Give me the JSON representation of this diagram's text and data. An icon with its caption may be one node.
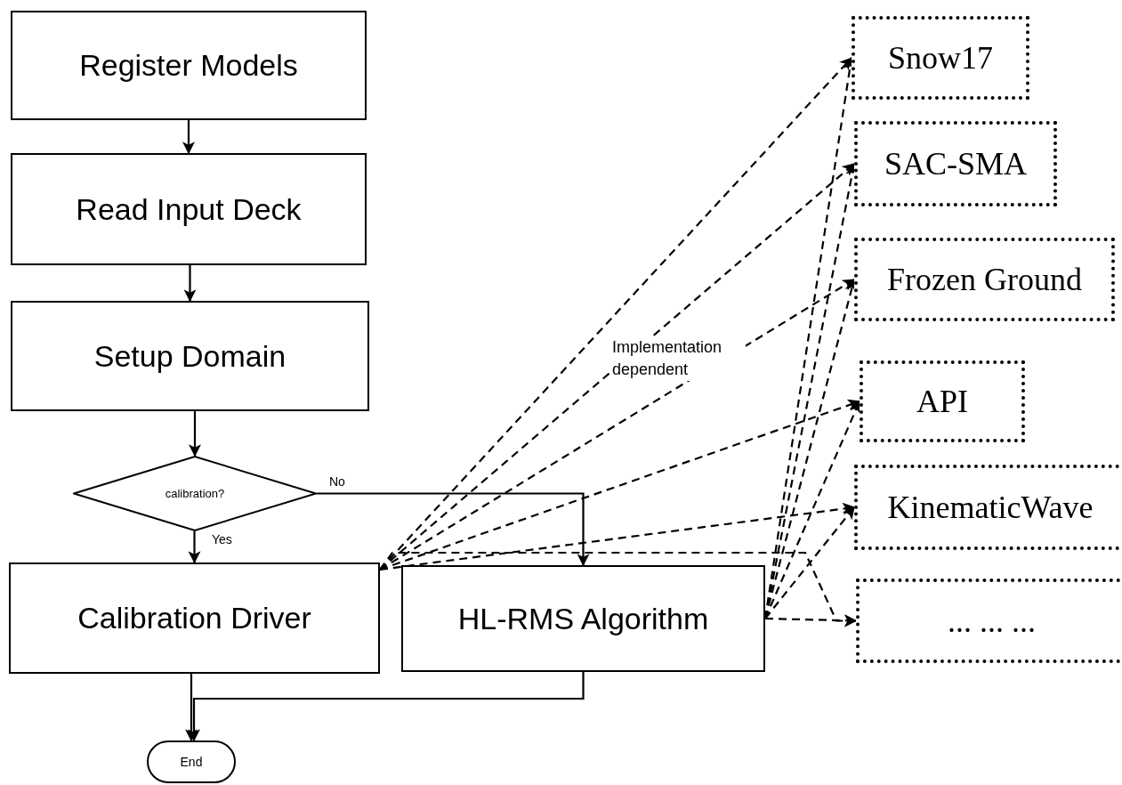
{
  "diagram": {
    "nodes": [
      {
        "text": [
          "Register Models"
        ]
      },
      {
        "text": [
          "Read Input Deck"
        ]
      },
      {
        "text": [
          "Setup Domain"
        ]
      },
      {
        "text": [
          "calibration?"
        ]
      },
      {
        "text": [
          "Calibration Driver"
        ]
      },
      {
        "text": [
          "HL-RMS Algorithm"
        ]
      },
      {
        "text": [
          "End"
        ]
      },
      {
        "text": [
          "Snow17"
        ]
      },
      {
        "text": [
          "SAC-SMA"
        ]
      },
      {
        "text": [
          "Frozen Ground"
        ]
      },
      {
        "text": [
          "API"
        ]
      },
      {
        "text": [
          "KinematicWave"
        ]
      },
      {
        "text": [
          "... ... ..."
        ]
      }
    ],
    "edges": [
      {
        "from": 0,
        "to": 1,
        "arrow": "to"
      },
      {
        "from": 1,
        "to": 2,
        "arrow": "to"
      },
      {
        "from": 2,
        "to": 3,
        "arrow": "to"
      },
      {
        "from": 3,
        "to": 4,
        "arrow": "to",
        "label": "Yes"
      },
      {
        "from": 3,
        "to": 5,
        "arrow": "to",
        "label": "No"
      },
      {
        "from": 4,
        "to": 6,
        "arrow": "to"
      },
      {
        "from": 5,
        "to": 6,
        "arrow": "to"
      },
      {
        "from": 4,
        "to": 7,
        "arrow": "to",
        "style": "dashed"
      },
      {
        "from": 4,
        "to": 8,
        "arrow": "to",
        "style": "dashed"
      },
      {
        "from": 4,
        "to": 9,
        "arrow": "to",
        "style": "dashed"
      },
      {
        "from": 4,
        "to": 10,
        "arrow": "to",
        "style": "dashed"
      },
      {
        "from": 4,
        "to": 11,
        "arrow": "to",
        "style": "dashed"
      },
      {
        "from": 4,
        "to": 12,
        "arrow": "to",
        "style": "dashed"
      },
      {
        "from": 5,
        "to": 7,
        "arrow": "to",
        "style": "dashed"
      },
      {
        "from": 5,
        "to": 8,
        "arrow": "to",
        "style": "dashed"
      },
      {
        "from": 5,
        "to": 9,
        "arrow": "to",
        "style": "dashed"
      },
      {
        "from": 5,
        "to": 10,
        "arrow": "to",
        "style": "dashed"
      },
      {
        "from": 5,
        "to": 11,
        "arrow": "to",
        "style": "dashed"
      },
      {
        "from": 5,
        "to": 12,
        "arrow": "to",
        "style": "dashed"
      }
    ],
    "labels": [
      "Implementation dependent"
    ]
  }
}
